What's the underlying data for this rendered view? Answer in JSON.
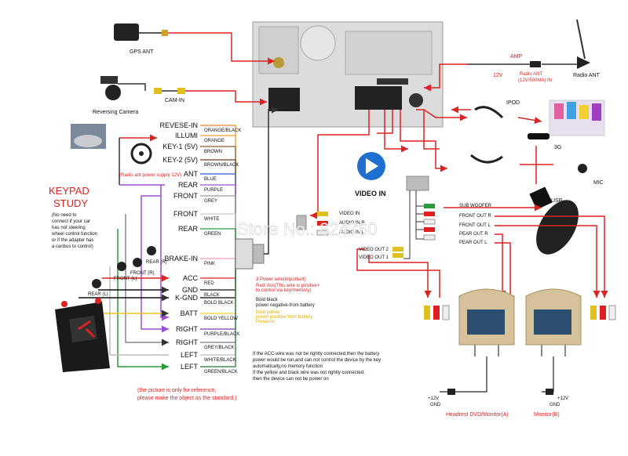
{
  "units": {
    "gps": "GPS ANT",
    "reversing_camera": "Reversing Camera",
    "cam_in": "CAM-IN",
    "amp": "AMP",
    "v12": "12V",
    "radio_ant_small": "Radio ANT",
    "radio_ant_spec": "(12V/500MA) IN",
    "radio_ant": "Radio ANT",
    "ipod": "IPOD",
    "g3": "3G",
    "mic": "MIC",
    "usb": "USB",
    "video_in": "VIDEO IN",
    "video_in_port": "VIDEO IN",
    "audio_in_r": "AUDIO IN R",
    "audio_in_l": "AUDIO IN L",
    "video_out_2": "VIDEO OUT 2",
    "video_out_1": "VIDEO OUT 1",
    "sub_woofer": "SUB WOOFER",
    "front_out_r": "FRONT OUT R",
    "front_out_l": "FRONT OUT L",
    "rear_out_r": "PEAR OUT R",
    "rear_out_l": "PEAR OUT L",
    "headrest_a": "Headrest DVD/Monitor(A)",
    "monitor_b": "Monitor(B)",
    "plus12v": "+12V",
    "gnd": "GND",
    "watermark": "Store No.: 824760"
  },
  "keypad": {
    "title_1": "KEYPAD",
    "title_2": "STUDY",
    "note": [
      "(No need to",
      "connect if your car",
      "has not steering",
      "wheel control function",
      "or if the adapter has",
      "a canbus to control)"
    ],
    "power_note": "(Radio ant power supply 12V)"
  },
  "harness": [
    {
      "label": "REVESE-IN",
      "wire": "ORANGE/BLACK",
      "color": "#e8892a"
    },
    {
      "label": "ILLUMI",
      "wire": "ORANGE",
      "color": "#f0a030"
    },
    {
      "label": "KEY-1 (5V)",
      "wire": "BROWN",
      "color": "#8a5a2a"
    },
    {
      "label": "KEY-2 (5V)",
      "wire": "BROWN/BLACK",
      "color": "#6b4020"
    },
    {
      "label": "ANT",
      "wire": "BLUE",
      "color": "#2a5bd8"
    },
    {
      "label": "REAR",
      "wire": "PURPLE",
      "color": "#9a4fd0"
    },
    {
      "label": "FRONT",
      "wire": "GREY",
      "color": "#9a9a9a"
    },
    {
      "label": "FRONT",
      "wire": "WHITE",
      "color": "#cccccc"
    },
    {
      "label": "REAR",
      "wire": "GREEN",
      "color": "#2a9a3a"
    },
    {
      "label": "BRAKE-IN",
      "wire": "PINK",
      "color": "#f0a0c0"
    },
    {
      "label": "ACC",
      "wire": "RED",
      "color": "#e02020"
    },
    {
      "label": "GND",
      "wire": "BLACK",
      "color": "#111111"
    },
    {
      "label": "K-GND",
      "wire": "BOLD BLACK",
      "color": "#000000"
    },
    {
      "label": "BATT",
      "wire": "BOLD YELLOW",
      "color": "#f2d23a"
    },
    {
      "label": "RIGHT",
      "wire": "PURPLE/BLACK",
      "color": "#7a3aa8"
    },
    {
      "label": "RIGHT",
      "wire": "GREY/BLACK",
      "color": "#777777"
    },
    {
      "label": "LEFT",
      "wire": "WHITE/BLACK",
      "color": "#bbbbbb"
    },
    {
      "label": "LEFT",
      "wire": "GREEN/BLACK",
      "color": "#1f7a2e"
    }
  ],
  "camera_labels": [
    "FRONT (L)",
    "FRONT (R)",
    "REAR (R)",
    "REAR (L)"
  ],
  "notes": {
    "power_wire_title": "3 Power wire(important)",
    "power_wire_red": "Red: Acc(This wire is positive+",
    "power_wire_red2": "to control via key/memory)",
    "bold_black": "Bold black",
    "bold_black2": "power negative-from battery",
    "bold_yellow": "Bold yellow:",
    "bold_yellow2": "power positive from battery",
    "bold_yellow3": "Poweron",
    "bottom_1": "If the ACC-wire was not be rightly connected,then the battery",
    "bottom_2": "power would be run,and can not control the device by the key",
    "bottom_3": "automatically,no memory function",
    "bottom_4": "If the yellow and black wire was not rightly connected,",
    "bottom_5": "then the device can not be power on",
    "reference_1": "(the picture is only for reference,",
    "reference_2": "please make the object as the standard.)"
  }
}
